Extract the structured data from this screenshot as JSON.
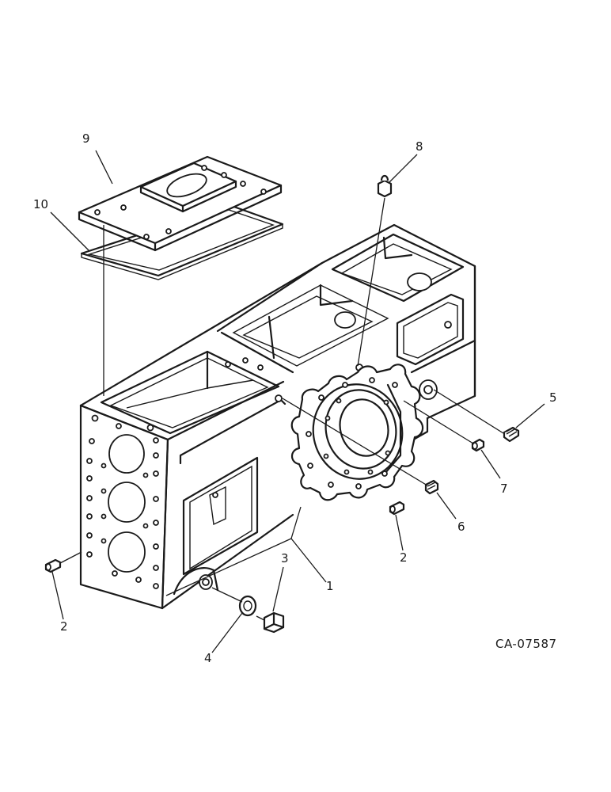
{
  "drawing_number": "CA-07587",
  "callouts": {
    "c1": "1",
    "c2a": "2",
    "c2b": "2",
    "c3": "3",
    "c4": "4",
    "c5": "5",
    "c6": "6",
    "c7": "7",
    "c8": "8",
    "c9": "9",
    "c10": "10"
  }
}
